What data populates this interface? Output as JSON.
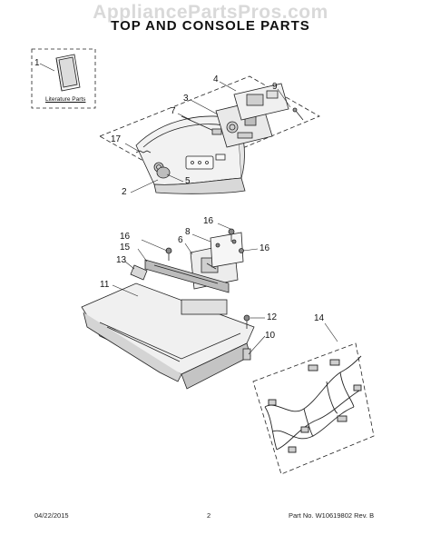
{
  "watermark": "AppliancePartsPros.com",
  "title": "TOP AND CONSOLE PARTS",
  "literature_label": "Literature Parts",
  "callouts": {
    "c1": "1",
    "c2": "2",
    "c3": "3",
    "c4": "4",
    "c5": "5",
    "c6": "6",
    "c7": "7",
    "c8": "8",
    "c9": "9",
    "c10": "10",
    "c11": "11",
    "c12": "12",
    "c13": "13",
    "c14": "14",
    "c15": "15",
    "c16a": "16",
    "c16b": "16",
    "c16c": "16",
    "c17": "17"
  },
  "footer": {
    "date": "04/22/2015",
    "page": "2",
    "doc": "Part No. W10619802  Rev. B"
  }
}
